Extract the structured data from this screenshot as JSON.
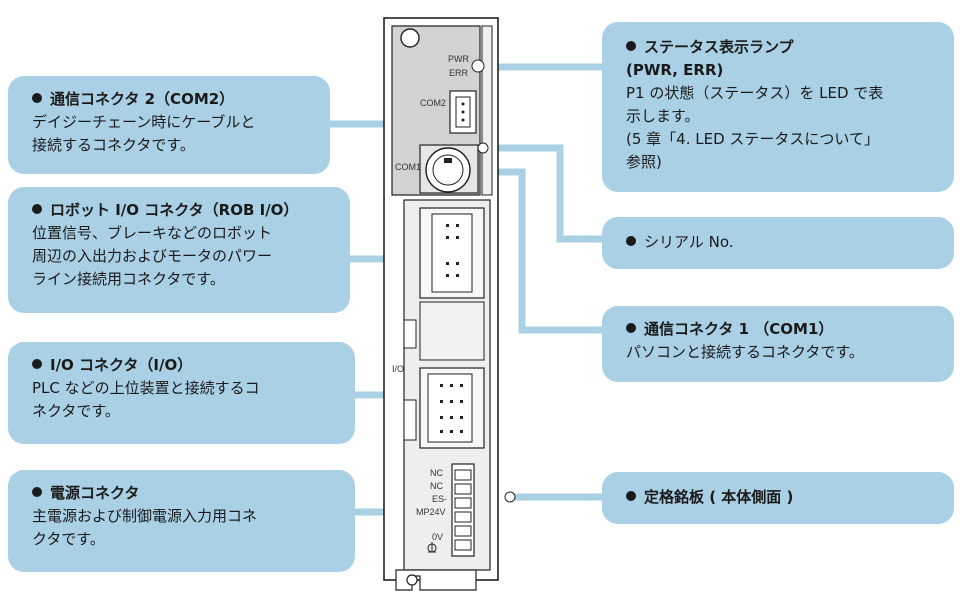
{
  "left_callouts": [
    {
      "title": "通信コネクタ 2（COM2）",
      "desc": "デイジーチェーン時にケーブルと\n接続するコネクタです。"
    },
    {
      "title": "ロボット I/O コネクタ（ROB I/O）",
      "desc": "位置信号、ブレーキなどのロボット\n周辺の入出力およびモータのパワー\nライン接続用コネクタです。"
    },
    {
      "title": "I/O コネクタ（I/O）",
      "desc": "PLC などの上位装置と接続するコ\nネクタです。"
    },
    {
      "title": "電源コネクタ",
      "desc": "主電源および制御電源入力用コネ\nクタです。"
    }
  ],
  "right_callouts": [
    {
      "title": "ステータス表示ランプ",
      "title2": "(PWR, ERR)",
      "desc": "P1 の状態（ステータス）を LED で表\n示します。\n(5 章「4. LED ステータスについて」\n参照)"
    },
    {
      "title": "シリアル No.",
      "desc": ""
    },
    {
      "title": "通信コネクタ 1 （COM1）",
      "desc": "パソコンと接続するコネクタです。"
    },
    {
      "title": "定格銘板 ( 本体側面 )",
      "desc": ""
    }
  ],
  "device_labels": {
    "pwr": "PWR",
    "err": "ERR",
    "com2": "COM2",
    "com1": "COM1",
    "io": "I/O",
    "nc1": "NC",
    "nc2": "NC",
    "es": "ES-",
    "mp24v": "MP24V",
    "zero_v": "0V"
  },
  "colors": {
    "callout_bg": "#a9d0e5",
    "leader_line": "#a9d0e5",
    "device_body": "#ececec",
    "device_top": "#cfcfcf"
  }
}
